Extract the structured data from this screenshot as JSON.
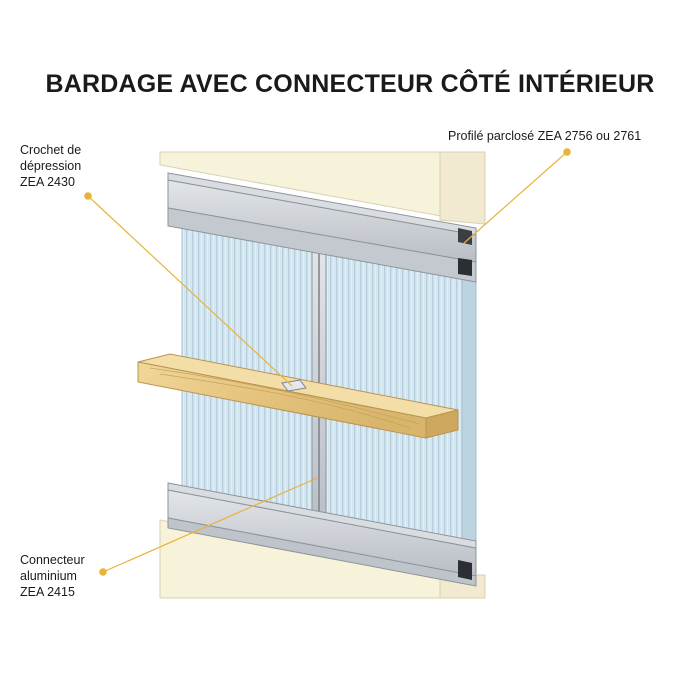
{
  "title": "BARDAGE AVEC CONNECTEUR CÔTÉ INTÉRIEUR",
  "labels": {
    "crochet": [
      "Crochet de",
      "dépression",
      "ZEA 2430"
    ],
    "profile": "Profilé parclosé ZEA 2756 ou 2761",
    "connecteur": [
      "Connecteur",
      "aluminium",
      "ZEA 2415"
    ]
  },
  "colors": {
    "leader": "#e9b33a",
    "wall": "#f6f1d6",
    "aluminium": "#c9cdd3",
    "panel": "#cfe3ee",
    "timber": "#e6c884"
  }
}
